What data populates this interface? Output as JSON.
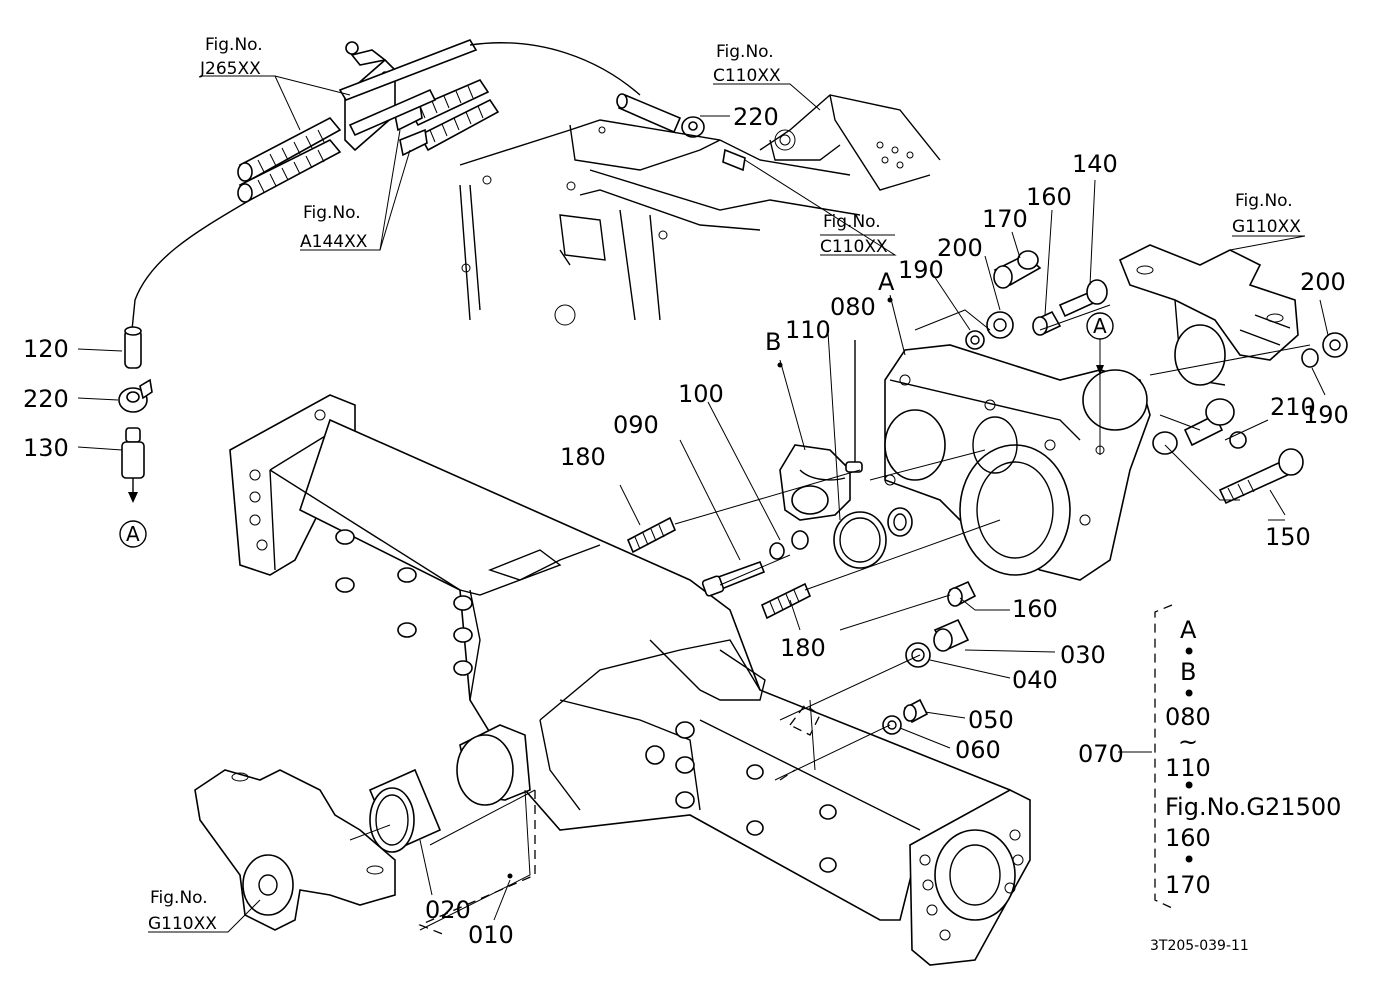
{
  "callouts": {
    "p010": "010",
    "p020": "020",
    "p030": "030",
    "p040": "040",
    "p050": "050",
    "p060": "060",
    "p070": "070",
    "p080": "080",
    "p090": "090",
    "p100": "100",
    "p110": "110",
    "p120": "120",
    "p130": "130",
    "p140": "140",
    "p150": "150",
    "p160_top": "160",
    "p160_mid": "160",
    "p170": "170",
    "p180_upper": "180",
    "p180_lower": "180",
    "p190_left": "190",
    "p190_right": "190",
    "p200_left": "200",
    "p200_right": "200",
    "p210": "210",
    "p220_top": "220",
    "p220_left": "220"
  },
  "figure_refs": {
    "j265": {
      "line1": "Fig.No.",
      "line2": "J265XX"
    },
    "c110_top": {
      "line1": "Fig.No.",
      "line2": "C110XX"
    },
    "c110_mid": {
      "line1": "Fig.No.",
      "line2": "C110XX"
    },
    "a144": {
      "line1": "Fig.No.",
      "line2": "A144XX"
    },
    "g110_right": {
      "line1": "Fig.No.",
      "line2": "G110XX"
    },
    "g110_bottom": {
      "line1": "Fig.No.",
      "line2": "G110XX"
    }
  },
  "markers": {
    "a_letter": "A",
    "b_letter": "B",
    "a_circle_left": "A",
    "a_circle_right": "A"
  },
  "assembly_070": {
    "label": "070",
    "items": [
      "A",
      "B",
      "080",
      "110",
      "Fig.No.G21500",
      "160",
      "170"
    ],
    "dot": "•",
    "tilde": "~"
  },
  "drawing_code": "3T205-039-11"
}
